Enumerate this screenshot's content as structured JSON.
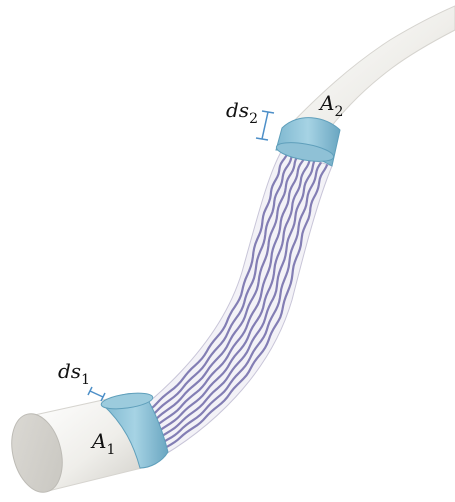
{
  "labels": {
    "ds2": {
      "base": "ds",
      "sub": "2"
    },
    "a2": {
      "base": "A",
      "sub": "2"
    },
    "ds1": {
      "base": "ds",
      "sub": "1"
    },
    "a1": {
      "base": "A",
      "sub": "1"
    }
  },
  "colors": {
    "tube": "#f1f0ec",
    "tube_shade": "#c9c7c1",
    "ring": "#8cc3d9",
    "ring_dark": "#5f9fbb",
    "streamline": "#6f6aa8",
    "bracket": "#4d8fc8"
  }
}
